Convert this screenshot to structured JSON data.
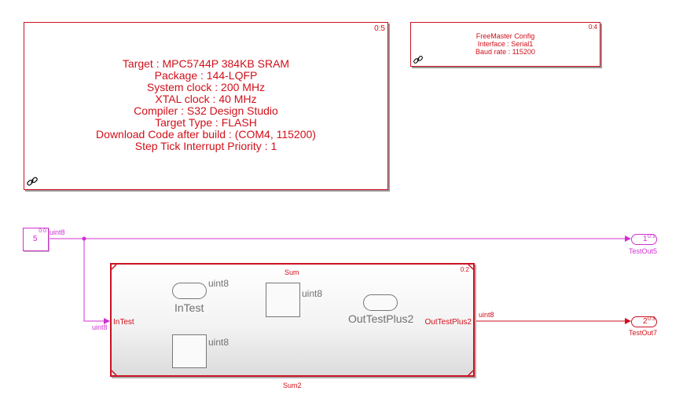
{
  "target_block": {
    "id": "0:5",
    "lines": [
      "Target : MPC5744P 384KB SRAM",
      "Package : 144-LQFP",
      "System clock : 200 MHz",
      "XTAL clock : 40 MHz",
      "Compiler : S32 Design Studio",
      "Target Type : FLASH",
      "Download Code after build : (COM4, 115200)",
      "Step Tick Interrupt Priority : 1"
    ],
    "icon": "link-icon"
  },
  "freemaster_block": {
    "id": "0:4",
    "lines": [
      "FreeMaster Config",
      "Interface : Serial1",
      "Baud rate : 115200"
    ],
    "icon": "link-icon"
  },
  "constant_block": {
    "id": "0:0",
    "value": "5",
    "signal_type": "uint8"
  },
  "outport_testout5": {
    "id": "0:1",
    "number": "1",
    "name": "TestOut5"
  },
  "outport_testout7": {
    "id": "0:3",
    "number": "2",
    "name": "TestOut7"
  },
  "subsystem": {
    "id": "0:2",
    "title": "Sum",
    "name": "Sum2",
    "inport_label": "InTest",
    "inport_type": "uint8",
    "outport_label": "OutTestPlus2",
    "outport_type": "uint8",
    "inner": {
      "inport_name": "InTest",
      "outport_name": "OutTestPlus2",
      "signal1_type": "uint8",
      "signal2_type": "uint8",
      "signal3_type": "uint8"
    }
  },
  "colors": {
    "block_border": "#cc1122",
    "signal_line": "#d030d0",
    "link_line": "#cc1122",
    "inner_line": "#777777"
  }
}
